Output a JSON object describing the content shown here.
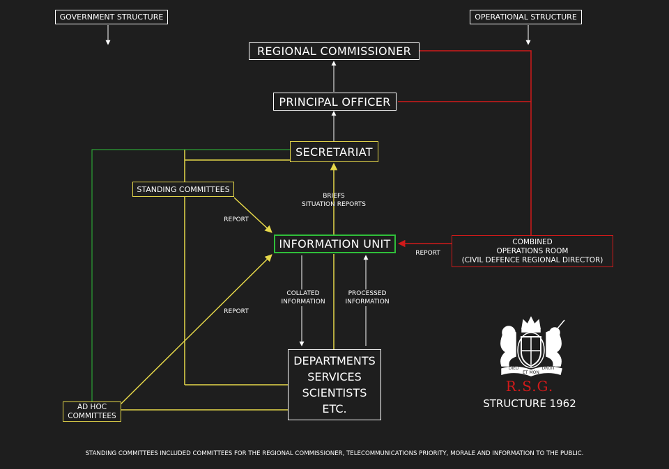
{
  "headers": {
    "government": "GOVERNMENT STRUCTURE",
    "operational": "OPERATIONAL STRUCTURE"
  },
  "nodes": {
    "regional_commissioner": "REGIONAL COMMISSIONER",
    "principal_officer": "PRINCIPAL OFFICER",
    "secretariat": "SECRETARIAT",
    "standing_committees": "STANDING COMMITTEES",
    "information_unit": "INFORMATION UNIT",
    "combined_operations_room": "COMBINED\nOPERATIONS ROOM\n(CIVIL DEFENCE REGIONAL DIRECTOR)",
    "departments": "DEPARTMENTS\nSERVICES\nSCIENTISTS\nETC.",
    "ad_hoc_committees": "AD HOC\nCOMMITTEES"
  },
  "edge_labels": {
    "briefs": "BRIEFS\nSITUATION REPORTS",
    "report_standing": "REPORT",
    "report_adhoc": "REPORT",
    "report_combined": "REPORT",
    "collated": "COLLATED\nINFORMATION",
    "processed": "PROCESSED\nINFORMATION"
  },
  "emblem": {
    "motto_left": "DIEU",
    "motto_right": "DROIT",
    "motto_bottom": "ET MON",
    "rsg": "R.S.G.",
    "subtitle": "STRUCTURE 1962"
  },
  "footnote": "STANDING COMMITTEES INCLUDED COMMITTEES FOR THE REGIONAL COMMISSIONER, TELECOMMUNICATIONS PRIORITY, MORALE AND INFORMATION TO THE PUBLIC.",
  "colors": {
    "background": "#1e1e1e",
    "government": "#ffffff",
    "committees": "#e6d84a",
    "information_unit": "#2fbf3a",
    "operational": "#d11a1a"
  }
}
